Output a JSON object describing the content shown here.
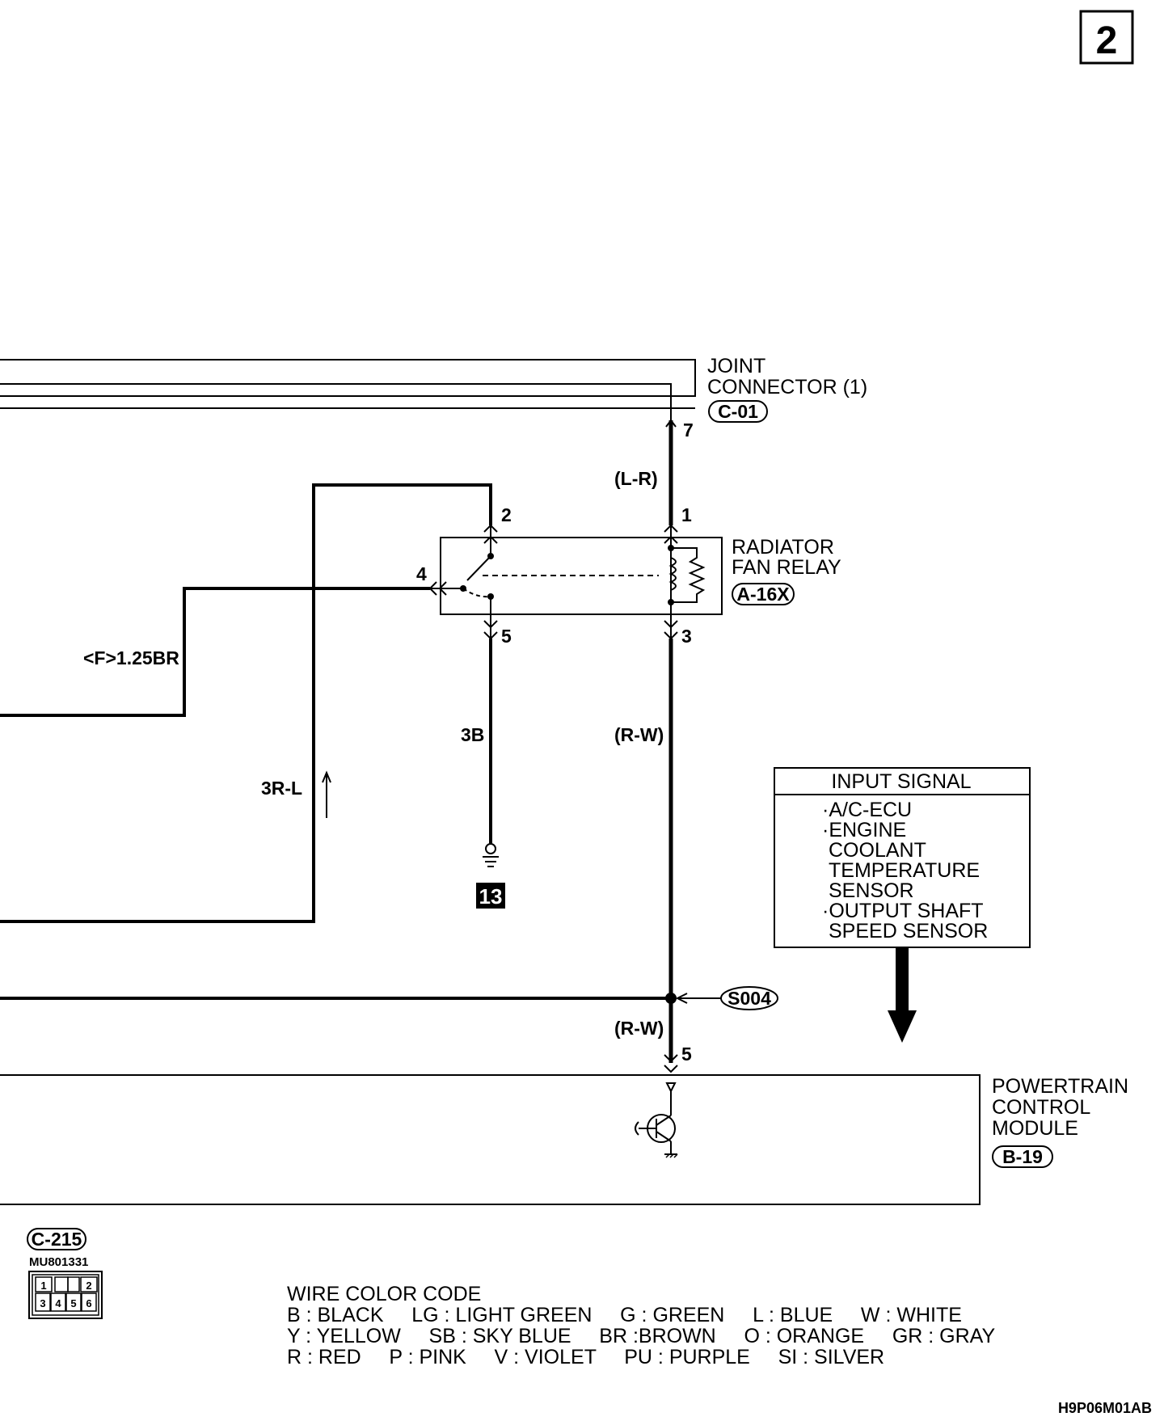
{
  "page_badge": "2",
  "joint_connector": {
    "name_line1": "JOINT",
    "name_line2": "CONNECTOR (1)",
    "id": "C-01",
    "pin": "7"
  },
  "radiator_fan_relay": {
    "name_line1": "RADIATOR",
    "name_line2": "FAN RELAY",
    "id": "A-16X",
    "pins": {
      "p1": "1",
      "p2": "2",
      "p3": "3",
      "p4": "4",
      "p5": "5"
    }
  },
  "wires": {
    "l_r": "(L-R)",
    "f_125br": "<F>1.25BR",
    "b3": "3B",
    "r_w_upper": "(R-W)",
    "r_l3": "3R-L",
    "r_w_lower": "(R-W)"
  },
  "ground": {
    "id": "13"
  },
  "splice": {
    "id": "S004"
  },
  "input_signal": {
    "title": "INPUT SIGNAL",
    "lines": [
      "·A/C-ECU",
      "·ENGINE",
      "COOLANT",
      "TEMPERATURE",
      "SENSOR",
      "·OUTPUT SHAFT",
      "SPEED SENSOR"
    ]
  },
  "pcm": {
    "name_line1": "POWERTRAIN",
    "name_line2": "CONTROL",
    "name_line3": "MODULE",
    "id": "B-19",
    "pin": "5"
  },
  "connector_ref": {
    "id": "C-215",
    "part": "MU801331",
    "top_pins": [
      "1",
      "2"
    ],
    "bottom_pins": [
      "3",
      "4",
      "5",
      "6"
    ]
  },
  "wire_color_code": {
    "title": "WIRE COLOR CODE",
    "row1": "B : BLACK     LG : LIGHT GREEN     G : GREEN     L : BLUE     W : WHITE",
    "row2": "Y : YELLOW     SB : SKY BLUE     BR :BROWN     O : ORANGE     GR : GRAY",
    "row3": "R : RED     P : PINK     V : VIOLET     PU : PURPLE     SI : SILVER"
  },
  "figure_code": "H9P06M01AB"
}
